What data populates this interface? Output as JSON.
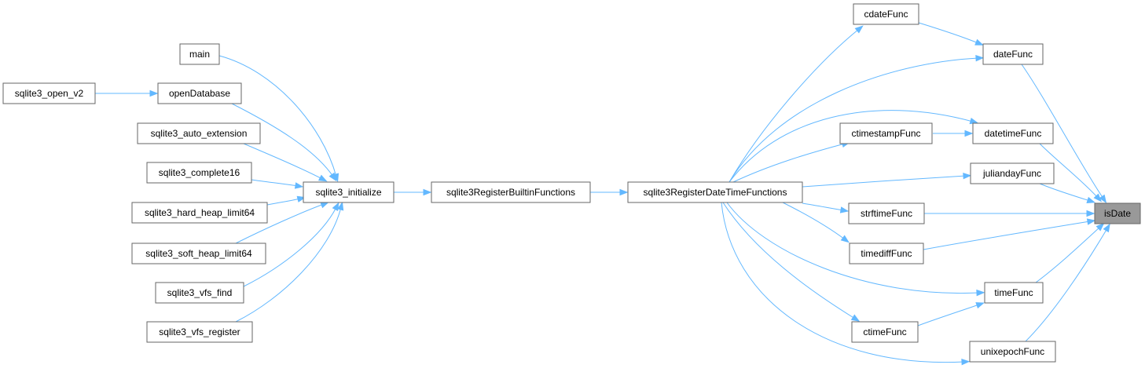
{
  "graph": {
    "title": "",
    "colors": {
      "edge": "#63b8ff",
      "node_border": "#666666",
      "highlight_fill": "#999999"
    },
    "nodes": [
      {
        "id": "isDate",
        "label": "isDate",
        "highlight": true
      },
      {
        "id": "cdateFunc",
        "label": "cdateFunc"
      },
      {
        "id": "dateFunc",
        "label": "dateFunc"
      },
      {
        "id": "ctimestampFunc",
        "label": "ctimestampFunc"
      },
      {
        "id": "datetimeFunc",
        "label": "datetimeFunc"
      },
      {
        "id": "juliandayFunc",
        "label": "juliandayFunc"
      },
      {
        "id": "strftimeFunc",
        "label": "strftimeFunc"
      },
      {
        "id": "timediffFunc",
        "label": "timediffFunc"
      },
      {
        "id": "timeFunc",
        "label": "timeFunc"
      },
      {
        "id": "ctimeFunc",
        "label": "ctimeFunc"
      },
      {
        "id": "unixepochFunc",
        "label": "unixepochFunc"
      },
      {
        "id": "sqlite3RegisterDateTimeFunctions",
        "label": "sqlite3RegisterDateTimeFunctions"
      },
      {
        "id": "sqlite3RegisterBuiltinFunctions",
        "label": "sqlite3RegisterBuiltinFunctions"
      },
      {
        "id": "sqlite3_initialize",
        "label": "sqlite3_initialize"
      },
      {
        "id": "main",
        "label": "main"
      },
      {
        "id": "openDatabase",
        "label": "openDatabase"
      },
      {
        "id": "sqlite3_open_v2",
        "label": "sqlite3_open_v2"
      },
      {
        "id": "sqlite3_auto_extension",
        "label": "sqlite3_auto_extension"
      },
      {
        "id": "sqlite3_complete16",
        "label": "sqlite3_complete16"
      },
      {
        "id": "sqlite3_hard_heap_limit64",
        "label": "sqlite3_hard_heap_limit64"
      },
      {
        "id": "sqlite3_soft_heap_limit64",
        "label": "sqlite3_soft_heap_limit64"
      },
      {
        "id": "sqlite3_vfs_find",
        "label": "sqlite3_vfs_find"
      },
      {
        "id": "sqlite3_vfs_register",
        "label": "sqlite3_vfs_register"
      }
    ],
    "edges": [
      {
        "from": "cdateFunc",
        "to": "dateFunc"
      },
      {
        "from": "dateFunc",
        "to": "isDate"
      },
      {
        "from": "ctimestampFunc",
        "to": "datetimeFunc"
      },
      {
        "from": "datetimeFunc",
        "to": "isDate"
      },
      {
        "from": "juliandayFunc",
        "to": "isDate"
      },
      {
        "from": "strftimeFunc",
        "to": "isDate"
      },
      {
        "from": "timediffFunc",
        "to": "isDate"
      },
      {
        "from": "timeFunc",
        "to": "isDate"
      },
      {
        "from": "ctimeFunc",
        "to": "timeFunc"
      },
      {
        "from": "unixepochFunc",
        "to": "isDate"
      },
      {
        "from": "sqlite3RegisterDateTimeFunctions",
        "to": "cdateFunc"
      },
      {
        "from": "sqlite3RegisterDateTimeFunctions",
        "to": "dateFunc"
      },
      {
        "from": "sqlite3RegisterDateTimeFunctions",
        "to": "datetimeFunc"
      },
      {
        "from": "sqlite3RegisterDateTimeFunctions",
        "to": "ctimestampFunc"
      },
      {
        "from": "sqlite3RegisterDateTimeFunctions",
        "to": "juliandayFunc"
      },
      {
        "from": "sqlite3RegisterDateTimeFunctions",
        "to": "strftimeFunc"
      },
      {
        "from": "sqlite3RegisterDateTimeFunctions",
        "to": "timediffFunc"
      },
      {
        "from": "sqlite3RegisterDateTimeFunctions",
        "to": "timeFunc"
      },
      {
        "from": "sqlite3RegisterDateTimeFunctions",
        "to": "ctimeFunc"
      },
      {
        "from": "sqlite3RegisterDateTimeFunctions",
        "to": "unixepochFunc"
      },
      {
        "from": "sqlite3RegisterBuiltinFunctions",
        "to": "sqlite3RegisterDateTimeFunctions"
      },
      {
        "from": "sqlite3_initialize",
        "to": "sqlite3RegisterBuiltinFunctions"
      },
      {
        "from": "main",
        "to": "sqlite3_initialize"
      },
      {
        "from": "openDatabase",
        "to": "sqlite3_initialize"
      },
      {
        "from": "sqlite3_open_v2",
        "to": "openDatabase"
      },
      {
        "from": "sqlite3_auto_extension",
        "to": "sqlite3_initialize"
      },
      {
        "from": "sqlite3_complete16",
        "to": "sqlite3_initialize"
      },
      {
        "from": "sqlite3_hard_heap_limit64",
        "to": "sqlite3_initialize"
      },
      {
        "from": "sqlite3_soft_heap_limit64",
        "to": "sqlite3_initialize"
      },
      {
        "from": "sqlite3_vfs_find",
        "to": "sqlite3_initialize"
      },
      {
        "from": "sqlite3_vfs_register",
        "to": "sqlite3_initialize"
      }
    ]
  }
}
